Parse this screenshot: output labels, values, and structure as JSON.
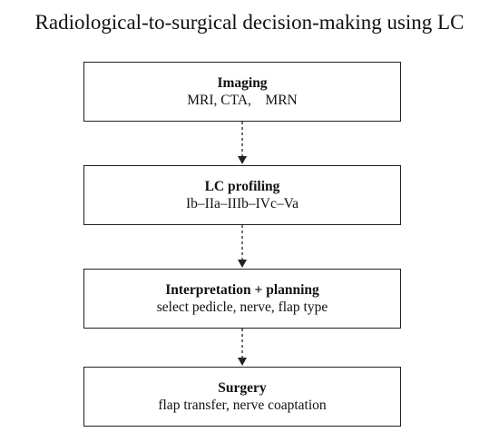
{
  "title": "Radiological-to-surgical decision-making using LC",
  "steps": [
    {
      "title": "Imaging",
      "detail": "MRI, CTA,    MRN"
    },
    {
      "title": "LC profiling",
      "detail": "Ib–IIa–IIIb–IVc–Va"
    },
    {
      "title": "Interpretation + planning",
      "detail": "select pedicle, nerve, flap type"
    },
    {
      "title": "Surgery",
      "detail": "flap transfer, nerve coaptation"
    }
  ]
}
